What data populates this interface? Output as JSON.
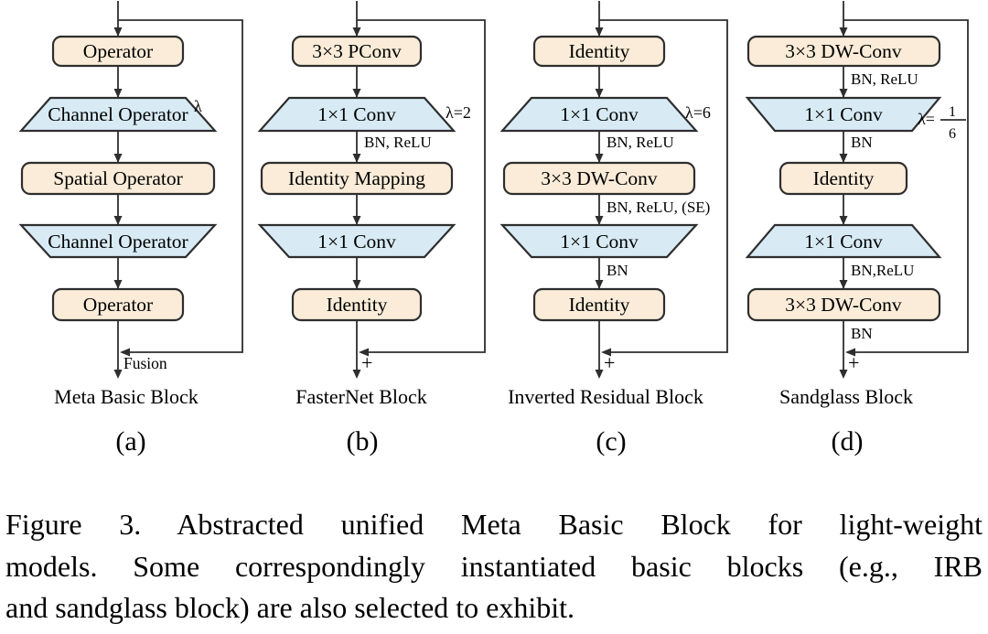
{
  "colors": {
    "node_fill": "#faecd8",
    "channel_fill": "#d8ebf5",
    "line": "#2e2e2e"
  },
  "figure": {
    "columns": [
      {
        "letter": "(a)",
        "name": "Meta Basic Block",
        "rect1": "Operator",
        "trap1": "Channel Operator",
        "lambda": "λ",
        "rect2": "Spatial Operator",
        "trap2": "Channel Operator",
        "rect3": "Operator",
        "merge": "Fusion"
      },
      {
        "letter": "(b)",
        "name": "FasterNet Block",
        "rect1": "3×3 PConv",
        "trap1": "1×1 Conv",
        "lambda": "λ=2",
        "edge_trap1": "BN, ReLU",
        "rect2": "Identity Mapping",
        "trap2": "1×1 Conv",
        "rect3": "Identity",
        "merge": "+"
      },
      {
        "letter": "(c)",
        "name": "Inverted Residual Block",
        "rect1": "Identity",
        "trap1": "1×1 Conv",
        "lambda": "λ=6",
        "edge_trap1": "BN, ReLU",
        "rect2": "3×3 DW-Conv",
        "edge_rect2": "BN, ReLU, (SE)",
        "trap2": "1×1 Conv",
        "edge_trap2": "BN",
        "rect3": "Identity",
        "merge": "+"
      },
      {
        "letter": "(d)",
        "name": "Sandglass Block",
        "rect1": "3×3 DW-Conv",
        "edge_rect1": "BN, ReLU",
        "trap1": "1×1 Conv",
        "lambda_prefix": "λ=",
        "lambda_num": "1",
        "lambda_den": "6",
        "edge_trap1": "BN",
        "rect2": "Identity",
        "trap2": "1×1 Conv",
        "edge_trap2": "BN,ReLU",
        "rect3": "3×3 DW-Conv",
        "edge_rect3": "BN",
        "merge": "+"
      }
    ]
  },
  "caption": {
    "lines": [
      "Figure 3.  Abstracted unified Meta Basic Block for light-weight",
      "models. Some correspondingly instantiated basic blocks (e.g., IRB",
      "and sandglass block) are also selected to exhibit."
    ]
  }
}
